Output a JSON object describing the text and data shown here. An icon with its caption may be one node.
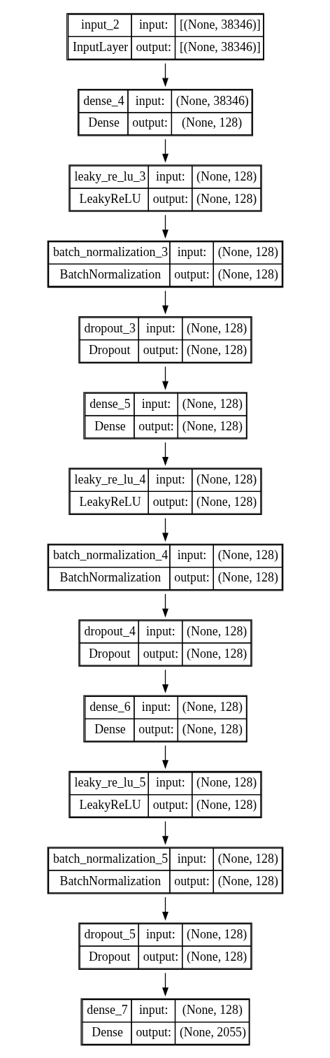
{
  "diagram": {
    "nodes": [
      {
        "text": [
          "input_2",
          "input:",
          "[(None, 38346)]",
          "InputLayer",
          "output:",
          "[(None, 38346)]"
        ]
      },
      {
        "text": [
          "dense_4",
          "input:",
          "(None, 38346)",
          "Dense",
          "output:",
          "(None, 128)"
        ]
      },
      {
        "text": [
          "leaky_re_lu_3",
          "input:",
          "(None, 128)",
          "LeakyReLU",
          "output:",
          "(None, 128)"
        ]
      },
      {
        "text": [
          "batch_normalization_3",
          "input:",
          "(None, 128)",
          "BatchNormalization",
          "output:",
          "(None, 128)"
        ]
      },
      {
        "text": [
          "dropout_3",
          "input:",
          "(None, 128)",
          "Dropout",
          "output:",
          "(None, 128)"
        ]
      },
      {
        "text": [
          "dense_5",
          "input:",
          "(None, 128)",
          "Dense",
          "output:",
          "(None, 128)"
        ]
      },
      {
        "text": [
          "leaky_re_lu_4",
          "input:",
          "(None, 128)",
          "LeakyReLU",
          "output:",
          "(None, 128)"
        ]
      },
      {
        "text": [
          "batch_normalization_4",
          "input:",
          "(None, 128)",
          "BatchNormalization",
          "output:",
          "(None, 128)"
        ]
      },
      {
        "text": [
          "dropout_4",
          "input:",
          "(None, 128)",
          "Dropout",
          "output:",
          "(None, 128)"
        ]
      },
      {
        "text": [
          "dense_6",
          "input:",
          "(None, 128)",
          "Dense",
          "output:",
          "(None, 128)"
        ]
      },
      {
        "text": [
          "leaky_re_lu_5",
          "input:",
          "(None, 128)",
          "LeakyReLU",
          "output:",
          "(None, 128)"
        ]
      },
      {
        "text": [
          "batch_normalization_5",
          "input:",
          "(None, 128)",
          "BatchNormalization",
          "output:",
          "(None, 128)"
        ]
      },
      {
        "text": [
          "dropout_5",
          "input:",
          "(None, 128)",
          "Dropout",
          "output:",
          "(None, 128)"
        ]
      },
      {
        "text": [
          "dense_7",
          "input:",
          "(None, 128)",
          "Dense",
          "output:",
          "(None, 2055)"
        ]
      }
    ],
    "edges": [
      {
        "from": 0,
        "to": 1,
        "arrow": "to"
      },
      {
        "from": 1,
        "to": 2,
        "arrow": "to"
      },
      {
        "from": 2,
        "to": 3,
        "arrow": "to"
      },
      {
        "from": 3,
        "to": 4,
        "arrow": "to"
      },
      {
        "from": 4,
        "to": 5,
        "arrow": "to"
      },
      {
        "from": 5,
        "to": 6,
        "arrow": "to"
      },
      {
        "from": 6,
        "to": 7,
        "arrow": "to"
      },
      {
        "from": 7,
        "to": 8,
        "arrow": "to"
      },
      {
        "from": 8,
        "to": 9,
        "arrow": "to"
      },
      {
        "from": 9,
        "to": 10,
        "arrow": "to"
      },
      {
        "from": 10,
        "to": 11,
        "arrow": "to"
      },
      {
        "from": 11,
        "to": 12,
        "arrow": "to"
      },
      {
        "from": 12,
        "to": 13,
        "arrow": "to"
      }
    ]
  }
}
